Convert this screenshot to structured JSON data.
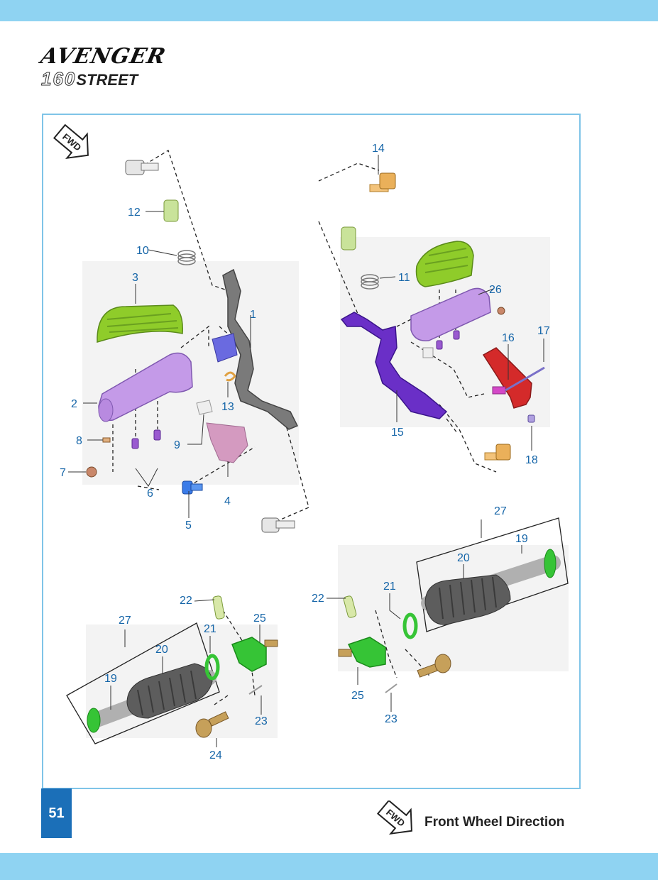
{
  "brand": {
    "title": "AVENGER",
    "subtitle_number": "160",
    "subtitle_word": "STREET"
  },
  "diagram": {
    "fwd_badge": "FWD",
    "callouts": [
      "1",
      "2",
      "3",
      "4",
      "5",
      "6",
      "7",
      "8",
      "9",
      "10",
      "11",
      "12",
      "13",
      "14",
      "15",
      "16",
      "17",
      "18",
      "19",
      "20",
      "21",
      "22",
      "23",
      "24",
      "25",
      "26",
      "27"
    ],
    "parts": {
      "grip_green": "#8fcc2a",
      "bracket_purple": "#c49ae8",
      "bracket_violet": "#6a2fc7",
      "lever_red": "#d42a2a",
      "stand_green": "#36c436",
      "rubber_grey": "#5d5d5d",
      "callout_blue": "#1565a8"
    }
  },
  "footer": {
    "page_number": "51",
    "legend_badge": "FWD",
    "legend_text": "Front Wheel Direction"
  },
  "colors": {
    "band": "#8fd3f2",
    "frame": "#7fc4e8",
    "page_tab": "#1b6fb8"
  }
}
